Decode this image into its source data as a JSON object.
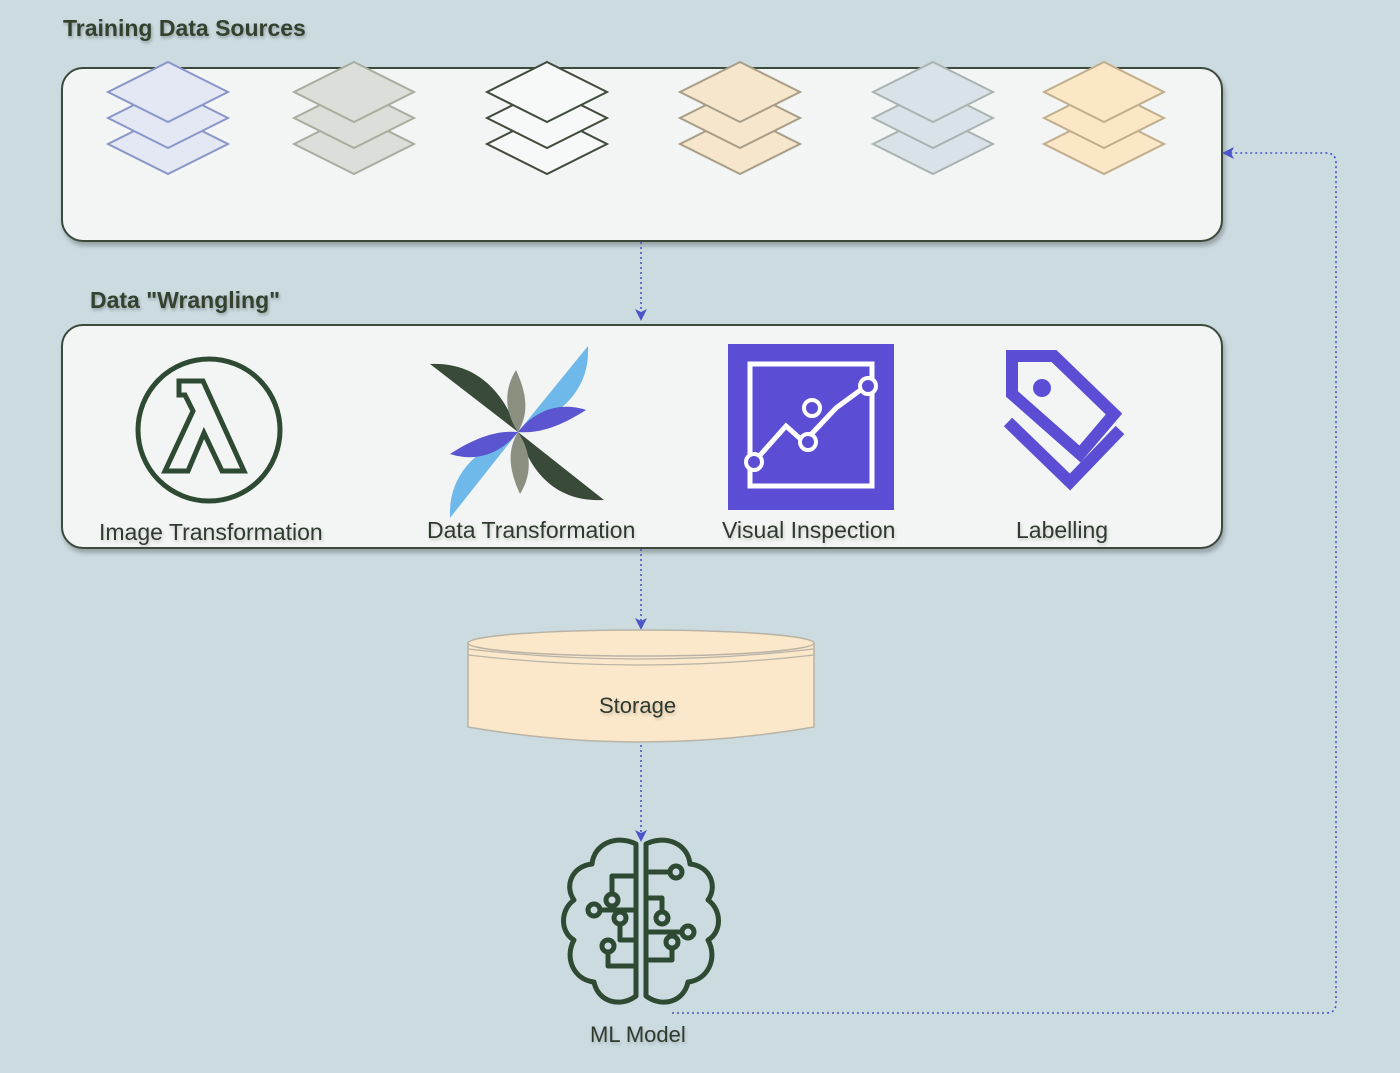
{
  "sections": {
    "training_title": "Training Data Sources",
    "wrangling_title": "Data \"Wrangling\""
  },
  "training_sources": {
    "layer_stacks": [
      {
        "fill": "#e3e8f4",
        "stroke": "#8b96c8"
      },
      {
        "fill": "#dcdfd9",
        "stroke": "#a8ad9f"
      },
      {
        "fill": "#f7f9f8",
        "stroke": "#3f4a3c"
      },
      {
        "fill": "#f6e6cb",
        "stroke": "#a89e88"
      },
      {
        "fill": "#d9e2e8",
        "stroke": "#a9b4b2"
      },
      {
        "fill": "#fbe6c6",
        "stroke": "#c1ae8c"
      }
    ]
  },
  "wrangling": {
    "tools": [
      {
        "label": "Image Transformation",
        "icon": "lambda-icon"
      },
      {
        "label": "Data Transformation",
        "icon": "pinwheel-icon"
      },
      {
        "label": "Visual Inspection",
        "icon": "chart-inspection-icon"
      },
      {
        "label": "Labelling",
        "icon": "tag-icon"
      }
    ]
  },
  "storage": {
    "label": "Storage",
    "fill": "#fbe8cb"
  },
  "model": {
    "label": "ML Model",
    "icon": "brain-circuit-icon"
  },
  "colors": {
    "background": "#cbdbe0",
    "panel": "#f3f5f4",
    "arrow": "#4b54c8",
    "icon_dark": "#2f4a33",
    "purple": "#5c4ed4"
  }
}
